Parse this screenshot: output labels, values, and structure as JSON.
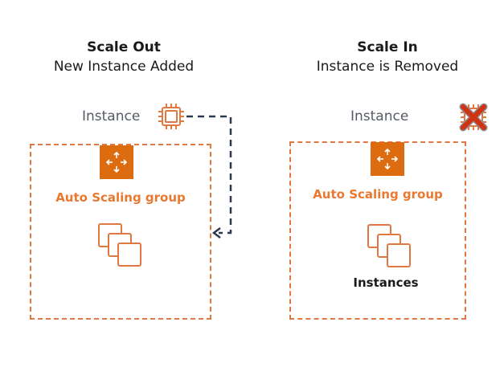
{
  "left_panel": {
    "title": "Scale Out",
    "subtitle": "New Instance Added",
    "instance_label": "Instance",
    "group_label": "Auto Scaling group"
  },
  "right_panel": {
    "title": "Scale In",
    "subtitle": "Instance is Removed",
    "instance_label": "Instance",
    "group_label": "Auto Scaling group",
    "instances_label": "Instances"
  },
  "colors": {
    "accent": "#dd6b10",
    "group_border": "#e07941",
    "label_orange": "#e8792f",
    "arrow": "#2b3a4e",
    "remove_x": "#d13212"
  },
  "icons": [
    "chip-icon",
    "auto-scaling-icon",
    "instances-icon",
    "remove-x-icon"
  ]
}
